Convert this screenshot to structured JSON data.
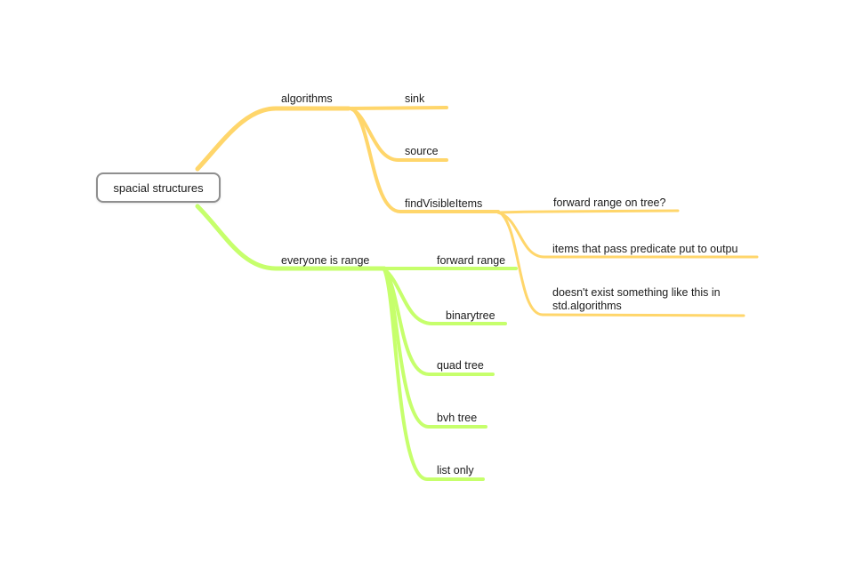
{
  "mindmap": {
    "root": "spacial structures",
    "colors": {
      "yellow": "#FFD66B",
      "green": "#C6FF6C",
      "root_border": "#8f8f8f"
    },
    "branches": [
      {
        "label": "algorithms",
        "color": "yellow",
        "children": [
          {
            "label": "sink"
          },
          {
            "label": "source"
          },
          {
            "label": "findVisibleItems",
            "children": [
              {
                "label": "forward range on tree?"
              },
              {
                "label": "items that pass predicate put to outpu"
              },
              {
                "label": "doesn't exist something like this in std.algorithms"
              }
            ]
          }
        ]
      },
      {
        "label": "everyone is range",
        "color": "green",
        "children": [
          {
            "label": "forward range"
          },
          {
            "label": "binarytree"
          },
          {
            "label": "quad tree"
          },
          {
            "label": "bvh tree"
          },
          {
            "label": "list only"
          }
        ]
      }
    ]
  }
}
